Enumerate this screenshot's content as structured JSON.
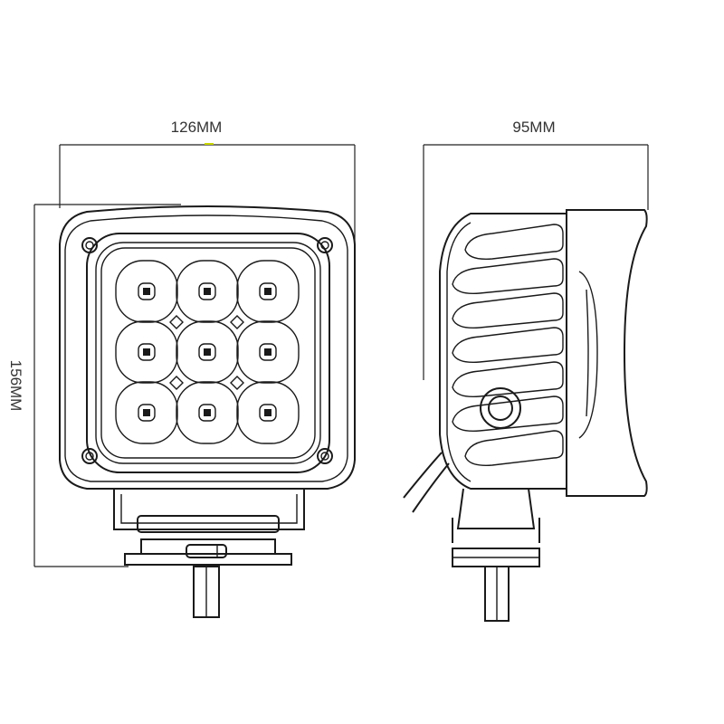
{
  "dimensions": {
    "front_width": "126MM",
    "side_depth": "95MM",
    "height": "156MM"
  },
  "colors": {
    "line": "#1a1a1a",
    "dimension_accent": "#c8d400",
    "background": "#ffffff"
  },
  "front_view": {
    "led_count": 9
  }
}
